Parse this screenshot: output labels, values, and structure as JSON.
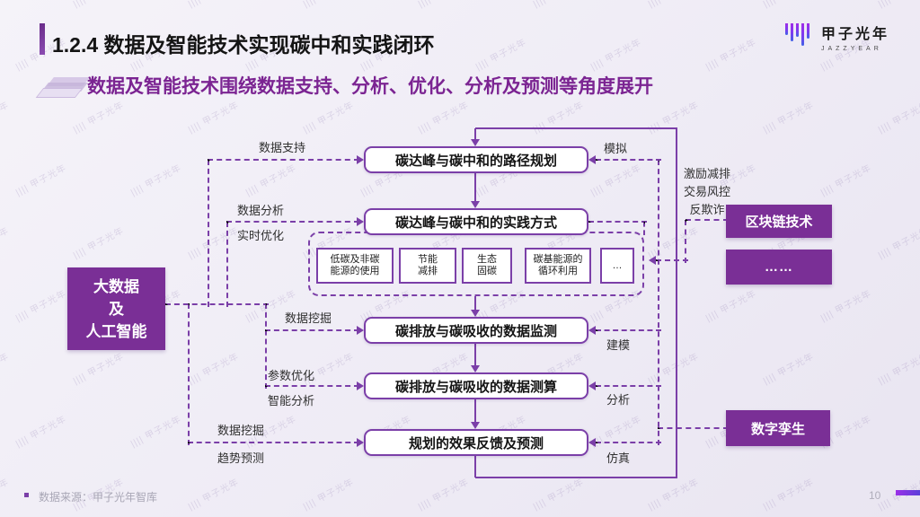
{
  "slide": {
    "title": "1.2.4 数据及智能技术实现碳中和实践闭环",
    "subtitle": "数据及智能技术围绕数据支持、分析、优化、分析及预测等角度展开",
    "watermark": "甲子光年",
    "logo": {
      "name": "甲子光年",
      "subtext": "JAZZYEAR"
    },
    "footer": {
      "source": "数据来源：甲子光年智库",
      "page": "10"
    }
  },
  "diagram": {
    "left_box": {
      "lines": [
        "大数据",
        "及",
        "人工智能"
      ]
    },
    "flow_boxes": [
      "碳达峰与碳中和的路径规划",
      "碳达峰与碳中和的实践方式",
      "碳排放与碳吸收的数据监测",
      "碳排放与碳吸收的数据测算",
      "规划的效果反馈及预测"
    ],
    "practice_items": [
      {
        "line1": "低碳及非碳",
        "line2": "能源的使用"
      },
      {
        "line1": "节能",
        "line2": "减排"
      },
      {
        "line1": "生态",
        "line2": "固碳"
      },
      {
        "line1": "碳基能源的",
        "line2": "循环利用"
      },
      {
        "line1": "…",
        "line2": ""
      }
    ],
    "right_boxes": [
      "区块链技术",
      "……",
      "数字孪生"
    ],
    "labels": {
      "data_support": "数据支持",
      "data_analysis": "数据分析",
      "realtime_opt": "实时优化",
      "data_mining_1": "数据挖掘",
      "param_opt": "参数优化",
      "intel_analysis": "智能分析",
      "data_mining_2": "数据挖掘",
      "trend_forecast": "趋势预测",
      "simulate_top": "模拟",
      "blockchain_note_1": "激励减排",
      "blockchain_note_2": "交易风控",
      "blockchain_note_3": "反欺诈",
      "modeling": "建模",
      "analysis": "分析",
      "simulation": "仿真"
    }
  },
  "colors": {
    "purple_fill": "#7a2f96",
    "line_purple": "#7b3fa8",
    "accent": "#6b2d8b"
  }
}
